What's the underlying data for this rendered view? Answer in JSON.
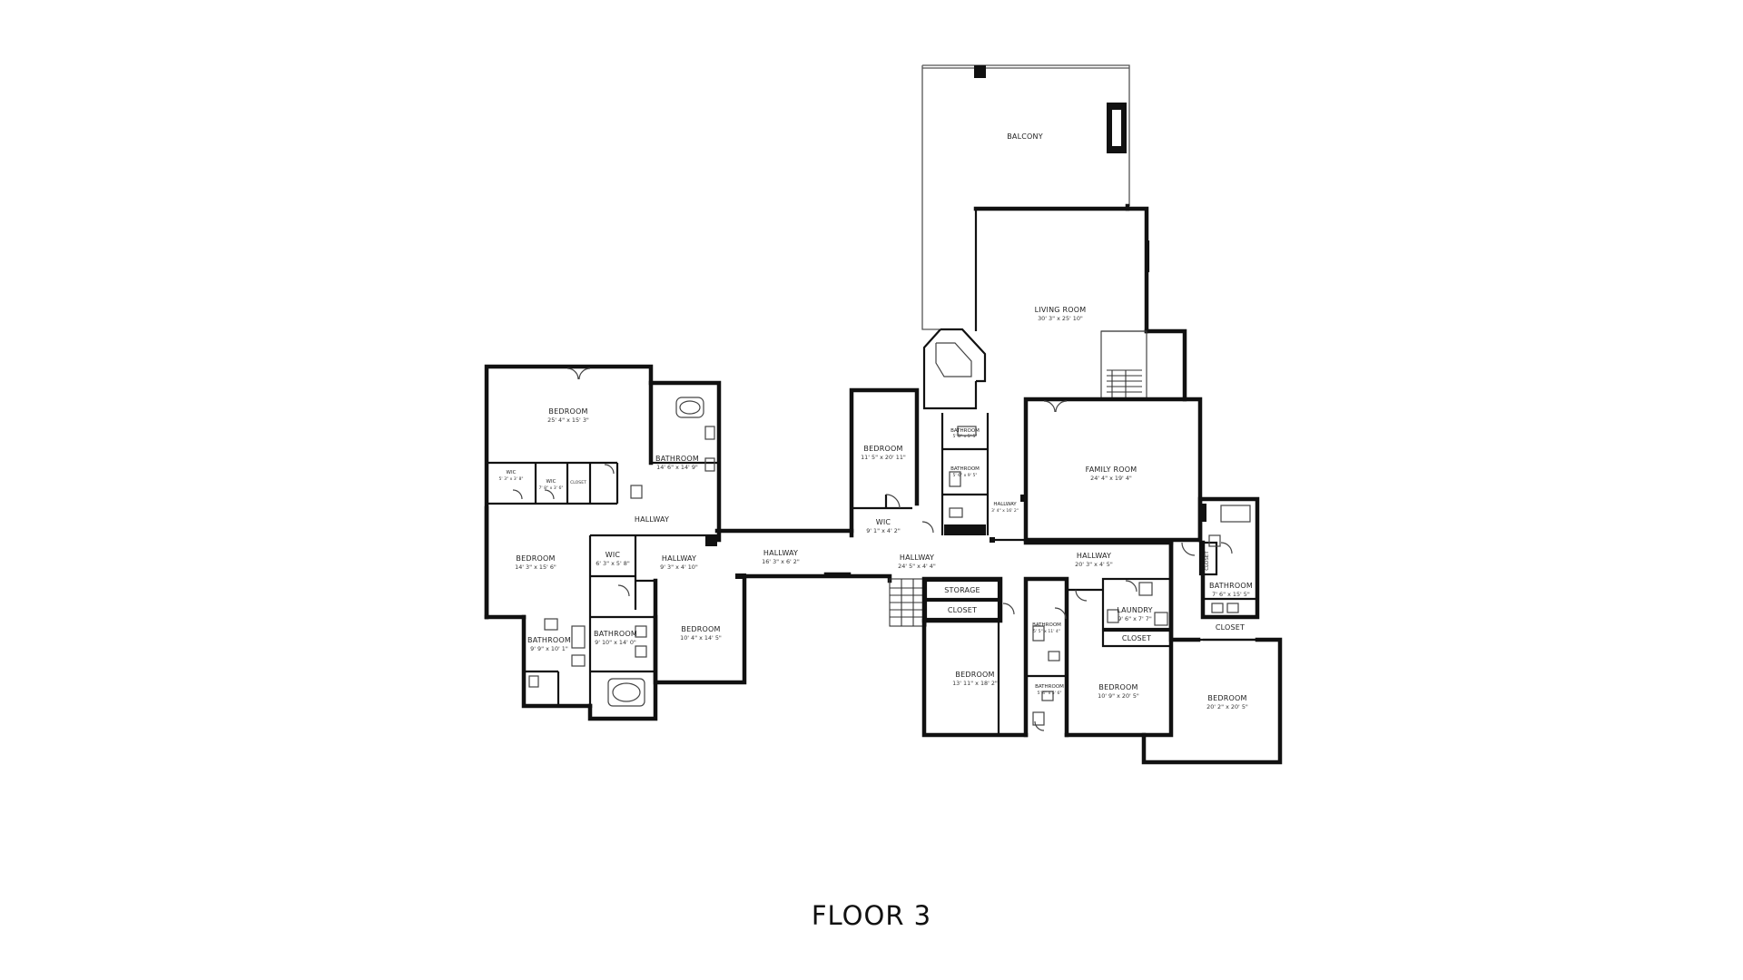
{
  "floor_label": "FLOOR 3",
  "rooms": [
    {
      "id": "balcony",
      "name": "BALCONY",
      "dims": ""
    },
    {
      "id": "living-room",
      "name": "LIVING ROOM",
      "dims": "30' 3\" x 25' 10\""
    },
    {
      "id": "family-room",
      "name": "FAMILY ROOM",
      "dims": "24' 4\" x 19' 4\""
    },
    {
      "id": "bedroom-center",
      "name": "BEDROOM",
      "dims": "11' 5\" x 20' 11\""
    },
    {
      "id": "wic-center",
      "name": "WIC",
      "dims": "9' 1\" x 4' 2\""
    },
    {
      "id": "bathroom-center-upper",
      "name": "BATHROOM",
      "dims": "5' 8\" x 5' 5\""
    },
    {
      "id": "bathroom-center-lower",
      "name": "BATHROOM",
      "dims": "5' 6\" x 9' 5\""
    },
    {
      "id": "hallway-center-vertical",
      "name": "HALLWAY",
      "dims": "3' 4\" x 16' 2\""
    },
    {
      "id": "bedroom-nw",
      "name": "BEDROOM",
      "dims": "25' 4\" x 15' 3\""
    },
    {
      "id": "bathroom-nw",
      "name": "BATHROOM",
      "dims": "14' 6\" x 14' 9\""
    },
    {
      "id": "wic-nw-1",
      "name": "WIC",
      "dims": "5' 3\" x 3' 8\""
    },
    {
      "id": "wic-nw-2",
      "name": "WIC",
      "dims": "7' 8\" x 3' 6\""
    },
    {
      "id": "closet-nw",
      "name": "CLOSET",
      "dims": ""
    },
    {
      "id": "hallway-west-upper",
      "name": "HALLWAY",
      "dims": ""
    },
    {
      "id": "bedroom-west",
      "name": "BEDROOM",
      "dims": "14' 3\" x 15' 6\""
    },
    {
      "id": "wic-west",
      "name": "WIC",
      "dims": "6' 3\" x 5' 8\""
    },
    {
      "id": "hallway-west",
      "name": "HALLWAY",
      "dims": "9' 3\" x 4' 10\""
    },
    {
      "id": "hallway-west-center",
      "name": "HALLWAY",
      "dims": "16' 3\" x 6' 2\""
    },
    {
      "id": "hallway-center",
      "name": "HALLWAY",
      "dims": "24' 5\" x 4' 4\""
    },
    {
      "id": "hallway-east",
      "name": "HALLWAY",
      "dims": "20' 3\" x 4' 5\""
    },
    {
      "id": "bathroom-sw-1",
      "name": "BATHROOM",
      "dims": "9' 9\" x 10' 1\""
    },
    {
      "id": "bathroom-sw-2",
      "name": "BATHROOM",
      "dims": "9' 10\" x 14' 0\""
    },
    {
      "id": "bedroom-sw",
      "name": "BEDROOM",
      "dims": "10' 4\" x 14' 5\""
    },
    {
      "id": "storage",
      "name": "STORAGE",
      "dims": ""
    },
    {
      "id": "closet-center",
      "name": "CLOSET",
      "dims": ""
    },
    {
      "id": "bedroom-south",
      "name": "BEDROOM",
      "dims": "13' 11\" x 18' 2\""
    },
    {
      "id": "bathroom-south",
      "name": "BATHROOM",
      "dims": "5' 5\" x 11' 4\""
    },
    {
      "id": "bathroom-south-small",
      "name": "BATHROOM",
      "dims": "5' 4\" x 5' 6\""
    },
    {
      "id": "bedroom-se",
      "name": "BEDROOM",
      "dims": "10' 9\" x 20' 5\""
    },
    {
      "id": "laundry",
      "name": "LAUNDRY",
      "dims": "9' 6\" x 7' 7\""
    },
    {
      "id": "closet-laundry",
      "name": "CLOSET",
      "dims": ""
    },
    {
      "id": "closet-east-vertical",
      "name": "CLOSET",
      "dims": ""
    },
    {
      "id": "bathroom-east",
      "name": "BATHROOM",
      "dims": "7' 6\" x 15' 5\""
    },
    {
      "id": "closet-east",
      "name": "CLOSET",
      "dims": ""
    },
    {
      "id": "bedroom-east",
      "name": "BEDROOM",
      "dims": "20' 2\" x 20' 5\""
    }
  ]
}
